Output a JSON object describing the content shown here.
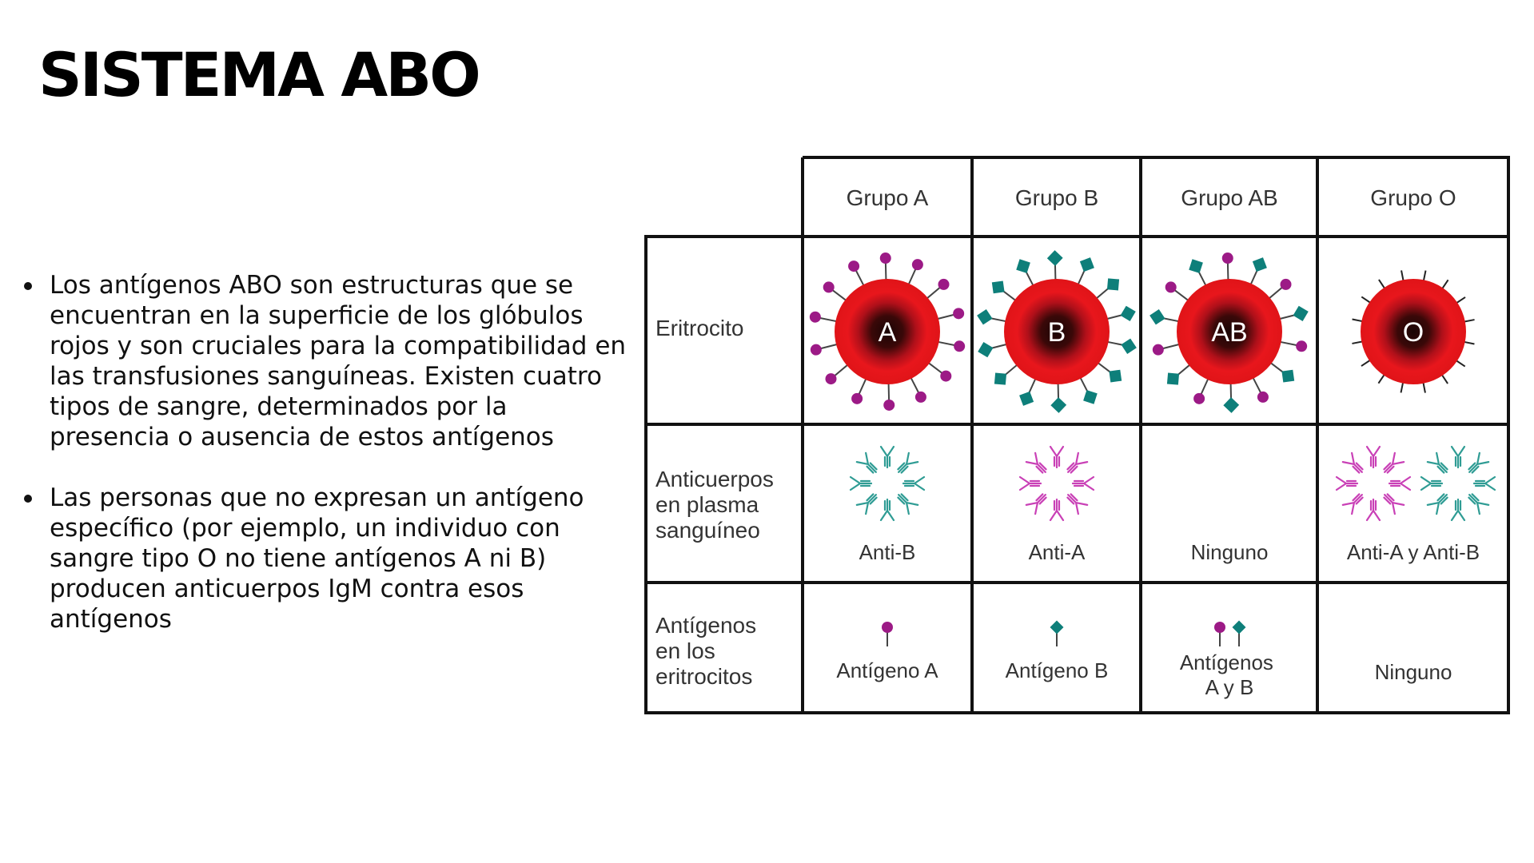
{
  "title": "SISTEMA ABO",
  "bullets": [
    "Los antígenos ABO son estructuras que se encuentran en la superficie de los glóbulos rojos y son cruciales para la compatibilidad en las transfusiones sanguíneas. Existen cuatro tipos de sangre, determinados por la presencia o ausencia de estos antígenos",
    "Las personas que no expresan un antígeno específico (por ejemplo, un individuo con sangre tipo O no tiene antígenos A ni B) producen anticuerpos IgM contra esos antígenos"
  ],
  "table": {
    "columns": [
      "Grupo A",
      "Grupo B",
      "Grupo AB",
      "Grupo O"
    ],
    "rows": {
      "erythrocyte": "Eritrocito",
      "antibodies": [
        "Anticuerpos",
        "en plasma",
        "sanguíneo"
      ],
      "antigens": [
        "Antígenos",
        "en los",
        "eritrocitos"
      ]
    },
    "cell_letters": [
      "A",
      "B",
      "AB",
      "O"
    ],
    "antibody_labels": [
      "Anti-B",
      "Anti-A",
      "Ninguno",
      "Anti-A y Anti-B"
    ],
    "antigen_labels": [
      "Antígeno A",
      "Antígeno B",
      [
        "Antígenos",
        "A y B"
      ],
      "Ninguno"
    ]
  },
  "colors": {
    "antigen_a": "#9c1a86",
    "antigen_b": "#0e7f7a",
    "anti_a": "#c940b6",
    "anti_b": "#2f9c94",
    "cell_red": "#e8161c",
    "cell_core": "#2a0a0a",
    "grid": "#111111"
  }
}
